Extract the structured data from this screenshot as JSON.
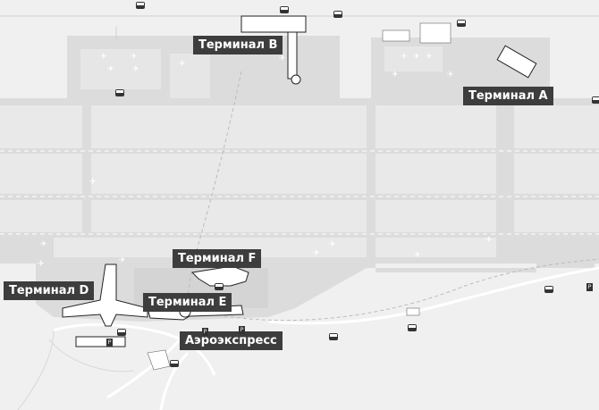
{
  "terminals": {
    "a": "Терминал A",
    "b": "Терминал B",
    "d": "Терминал D",
    "e": "Терминал E",
    "f": "Терминал F"
  },
  "aeroexpress": "Аэроэкспресс",
  "icons": {
    "bus": "bus-icon",
    "parking": "parking-icon",
    "parking_letter": "P",
    "plane": "plane-icon",
    "plane_glyph": "✈"
  },
  "colors": {
    "background": "#f0f0f0",
    "apron": "#dcdcdc",
    "taxiway": "#e7e7e7",
    "label_bg": "#3d3d3d",
    "label_text": "#ffffff",
    "terminal_outline": "#222222"
  }
}
